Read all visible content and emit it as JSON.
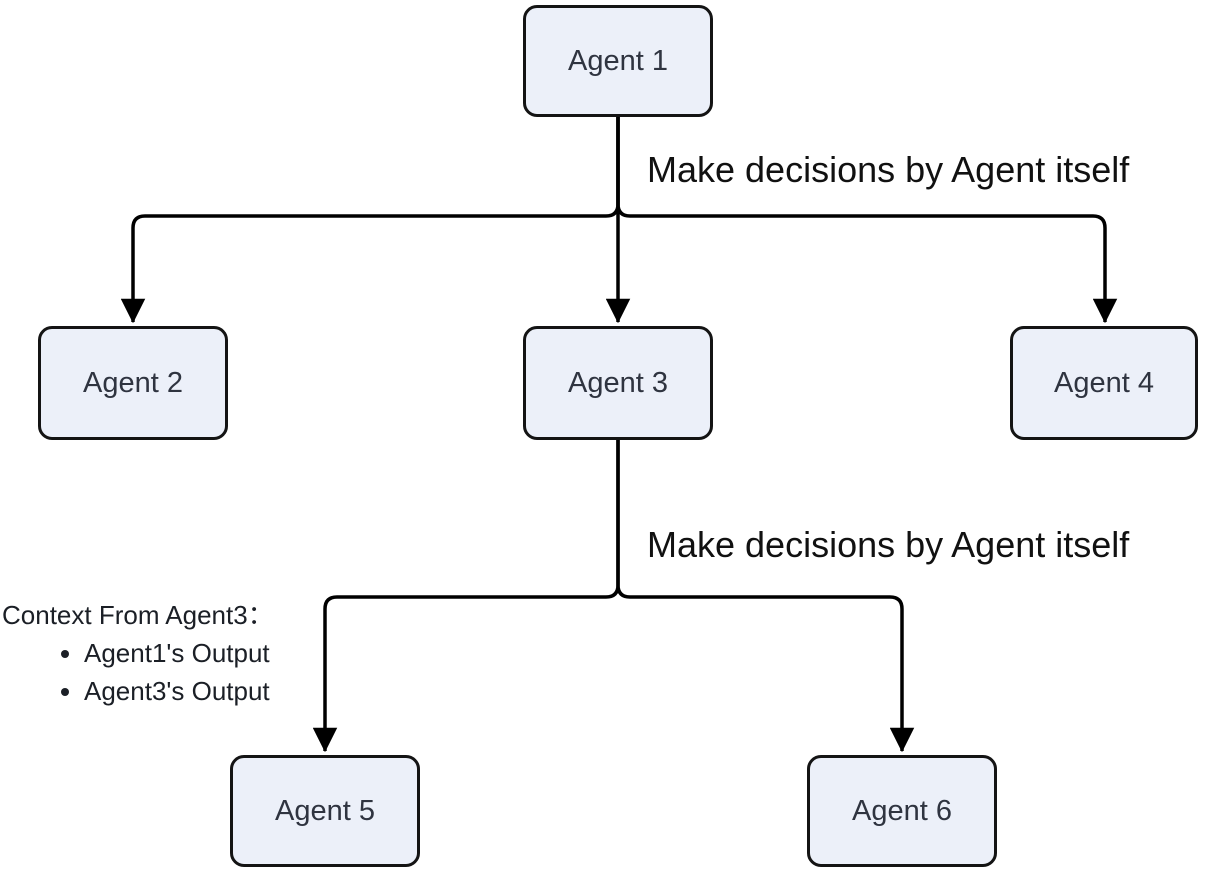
{
  "diagram": {
    "type": "flowchart",
    "nodes": [
      {
        "id": "agent1",
        "label": "Agent 1"
      },
      {
        "id": "agent2",
        "label": "Agent 2"
      },
      {
        "id": "agent3",
        "label": "Agent 3"
      },
      {
        "id": "agent4",
        "label": "Agent 4"
      },
      {
        "id": "agent5",
        "label": "Agent 5"
      },
      {
        "id": "agent6",
        "label": "Agent 6"
      }
    ],
    "edges": [
      {
        "from": "agent1",
        "to": "agent2"
      },
      {
        "from": "agent1",
        "to": "agent3"
      },
      {
        "from": "agent1",
        "to": "agent4"
      },
      {
        "from": "agent3",
        "to": "agent5"
      },
      {
        "from": "agent3",
        "to": "agent6"
      }
    ],
    "edge_labels": [
      "Make decisions by Agent itself",
      "Make decisions by Agent itself"
    ],
    "annotation": {
      "title": "Context From Agent3：",
      "items": [
        "Agent1's Output",
        "Agent3's Output"
      ]
    },
    "colors": {
      "background": "#FFFFFF",
      "node_fill": "#ECF0F9",
      "node_border": "#141414",
      "line": "#000000",
      "node_text": "#2F3440",
      "label_text": "#111111"
    }
  }
}
